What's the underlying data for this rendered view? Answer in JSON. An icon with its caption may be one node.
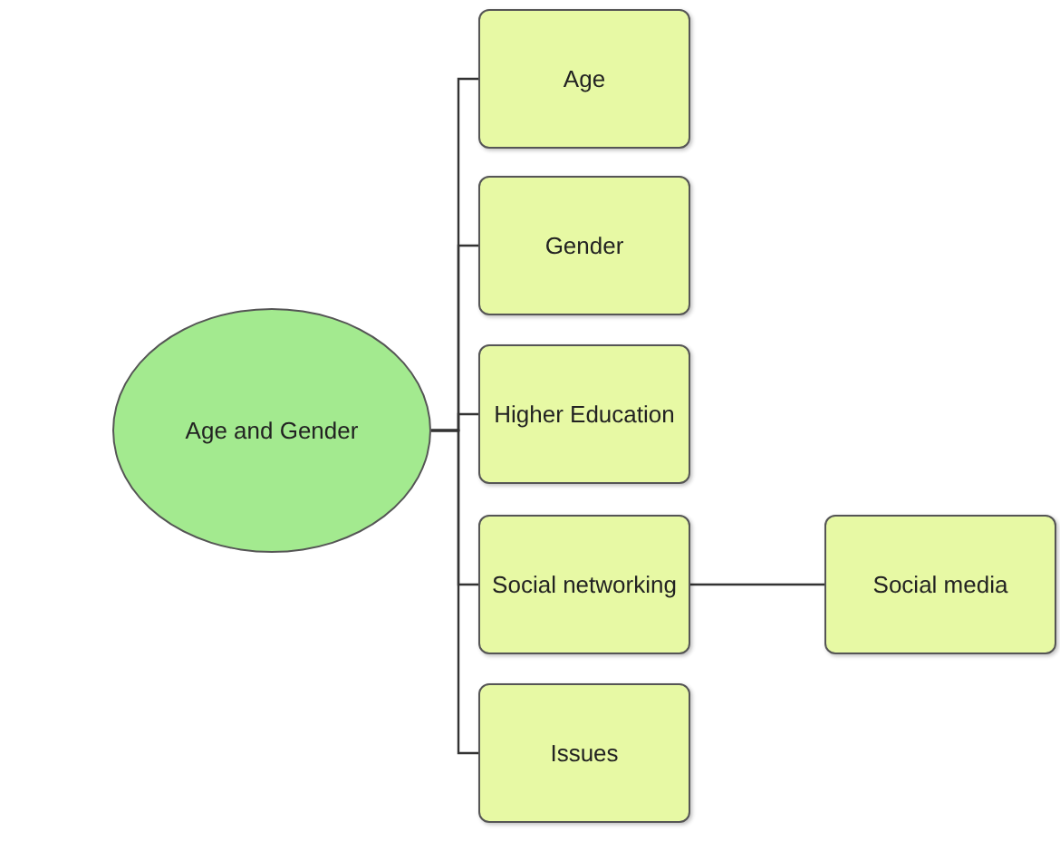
{
  "diagram": {
    "nodes": [
      {
        "text": [
          "Age and Gender"
        ]
      },
      {
        "text": [
          "Age"
        ]
      },
      {
        "text": [
          "Gender"
        ]
      },
      {
        "text": [
          "Higher Education"
        ]
      },
      {
        "text": [
          "Social networking"
        ]
      },
      {
        "text": [
          "Issues"
        ]
      },
      {
        "text": [
          "Social media"
        ]
      }
    ],
    "edges": [
      {
        "from": 0,
        "to": 1,
        "arrow": "none"
      },
      {
        "from": 0,
        "to": 2,
        "arrow": "none"
      },
      {
        "from": 0,
        "to": 3,
        "arrow": "none"
      },
      {
        "from": 0,
        "to": 4,
        "arrow": "none"
      },
      {
        "from": 0,
        "to": 5,
        "arrow": "none"
      },
      {
        "from": 4,
        "to": 6,
        "arrow": "none"
      }
    ]
  }
}
